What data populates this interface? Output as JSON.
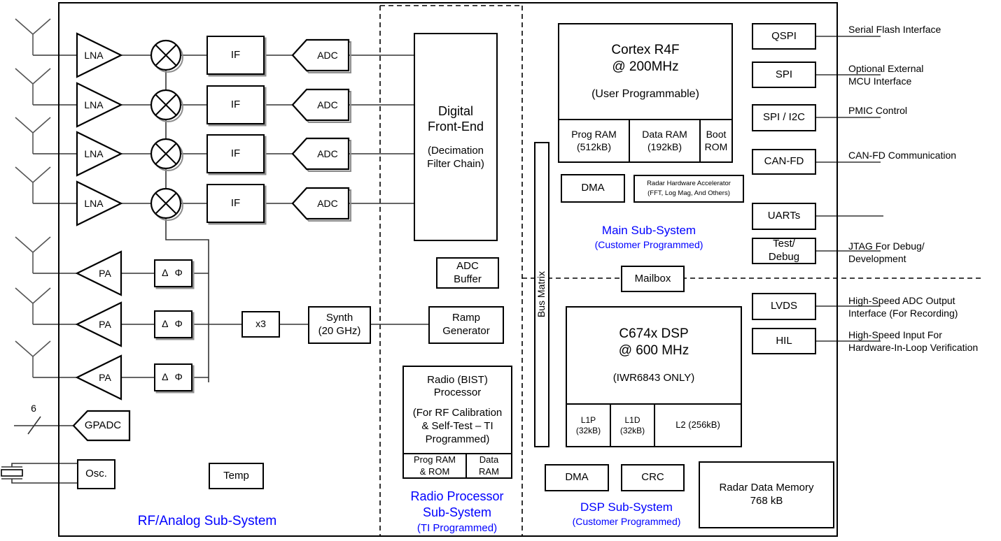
{
  "rf": {
    "lna_label": "LNA",
    "if_label": "IF",
    "adc_label": "ADC",
    "pa_label": "PA",
    "phase_label": "Δ Φ",
    "x3_label": "x3",
    "synth": {
      "l1": "Synth",
      "l2": "(20 GHz)"
    },
    "gpadc_label": "GPADC",
    "gpadc_bus_width": "6",
    "osc_label": "Osc.",
    "temp_label": "Temp",
    "title": "RF/Analog Sub-System"
  },
  "radio": {
    "dfe": {
      "l1": "Digital",
      "l2": "Front-End",
      "l3": "(Decimation",
      "l4": "Filter Chain)"
    },
    "adc_buffer": {
      "l1": "ADC",
      "l2": "Buffer"
    },
    "ramp": {
      "l1": "Ramp",
      "l2": "Generator"
    },
    "bist": {
      "l1": "Radio (BIST)",
      "l2": "Processor",
      "l3": "(For RF Calibration",
      "l4": "& Self-Test  – TI",
      "l5": "Programmed)",
      "prog_ram": {
        "l1": "Prog RAM",
        "l2": "& ROM"
      },
      "data_ram": {
        "l1": "Data",
        "l2": "RAM"
      }
    },
    "title_l1": "Radio Processor",
    "title_l2": "Sub-System",
    "subtitle": "(TI Programmed)"
  },
  "main": {
    "bus_matrix": "Bus Matrix",
    "cortex": {
      "l1": "Cortex R4F",
      "l2": "@ 200MHz",
      "sub": "(User Programmable)",
      "prog_ram": {
        "l1": "Prog RAM",
        "l2": "(512kB)"
      },
      "data_ram": {
        "l1": "Data RAM",
        "l2": "(192kB)"
      },
      "boot_rom": {
        "l1": "Boot",
        "l2": "ROM"
      }
    },
    "dma": "DMA",
    "hwa": {
      "l1": "Radar Hardware Accelerator",
      "l2": "(FFT, Log Mag, And Others)"
    },
    "mailbox": "Mailbox",
    "title": "Main Sub-System",
    "subtitle": "(Customer Programmed)"
  },
  "dsp": {
    "core": {
      "l1": "C674x DSP",
      "l2": "@ 600 MHz",
      "sub": "(IWR6843 ONLY)",
      "l1p": {
        "l1": "L1P",
        "l2": "(32kB)"
      },
      "l1d": {
        "l1": "L1D",
        "l2": "(32kB)"
      },
      "l2cache": "L2 (256kB)"
    },
    "dma": "DMA",
    "crc": "CRC",
    "radar_mem": {
      "l1": "Radar Data Memory",
      "l2": "768 kB"
    },
    "title": "DSP Sub-System",
    "subtitle": "(Customer Programmed)"
  },
  "peripherals": [
    {
      "label": "QSPI",
      "ext1": "Serial Flash Interface",
      "ext2": ""
    },
    {
      "label": "SPI",
      "ext1": "Optional External",
      "ext2": "MCU Interface"
    },
    {
      "label": "SPI / I2C",
      "ext1": "PMIC Control",
      "ext2": ""
    },
    {
      "label": "CAN-FD",
      "ext1": "CAN-FD Communication",
      "ext2": ""
    },
    {
      "label": "UARTs",
      "ext1": "",
      "ext2": ""
    },
    {
      "label_l1": "Test/",
      "label_l2": "Debug",
      "ext1": "JTAG For Debug/",
      "ext2": "Development"
    },
    {
      "label": "LVDS",
      "ext1": "High-Speed ADC Output",
      "ext2": "Interface (For Recording)"
    },
    {
      "label": "HIL",
      "ext1": "High-Speed Input For",
      "ext2": "Hardware-In-Loop Verification"
    }
  ],
  "colors": {
    "accent_blue": "#0000FF",
    "line": "#333333"
  }
}
